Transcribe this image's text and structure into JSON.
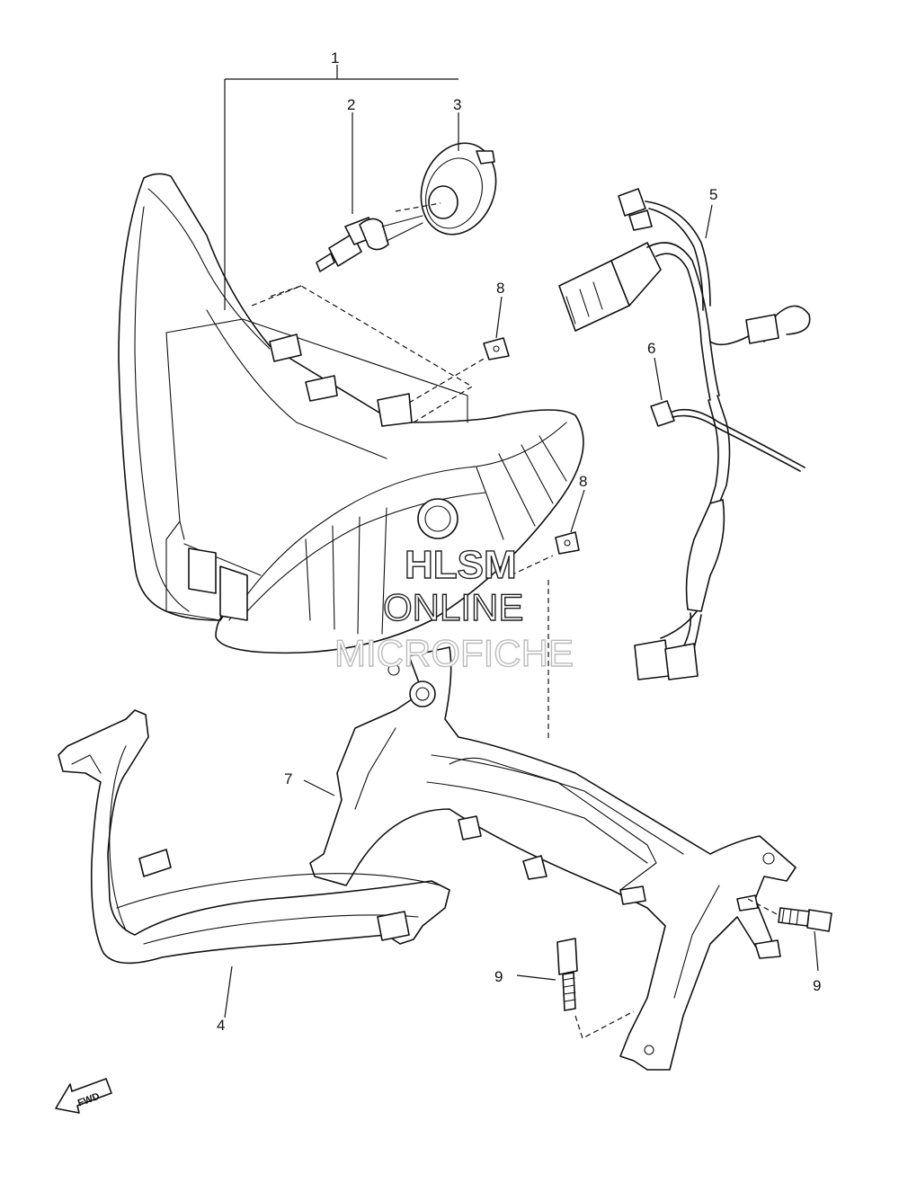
{
  "callouts": {
    "c1": "1",
    "c2": "2",
    "c3": "3",
    "c4": "4",
    "c5": "5",
    "c6": "6",
    "c7": "7",
    "c8a": "8",
    "c8b": "8",
    "c9a": "9",
    "c9b": "9"
  },
  "watermark": {
    "line1": "HLSM",
    "line2": "ONLINE",
    "line3": "MICROFICHE"
  },
  "fwd_label": "FWD"
}
